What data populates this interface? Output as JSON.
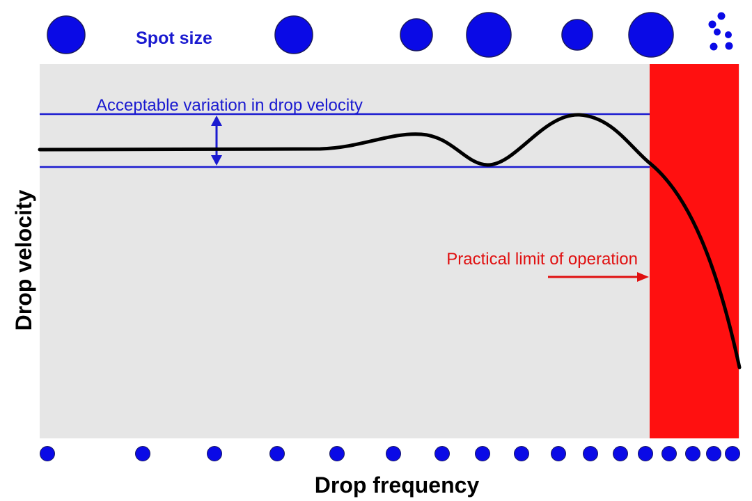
{
  "labels": {
    "spot_size": "Spot size",
    "acceptable_variation": "Acceptable variation in drop velocity",
    "practical_limit": "Practical limit of operation",
    "y_axis": "Drop velocity",
    "x_axis": "Drop frequency"
  },
  "spot_size_indicators": {
    "shapes": [
      "circle",
      "circle",
      "circle",
      "circle",
      "circle",
      "circle",
      "satellite-cluster"
    ],
    "relative_size": [
      1.0,
      1.0,
      0.85,
      1.2,
      0.8,
      1.2,
      null
    ],
    "color": "#0a0ae6"
  },
  "frequency_markers": {
    "count": 17,
    "color": "#0a0ae6"
  },
  "colors": {
    "plot_background": "#e6e6e6",
    "band_lines": "#1a1ad0",
    "curve": "#000000",
    "limit_zone": "#ff1010",
    "limit_text": "#e01010",
    "label_blue": "#1a1ad0"
  }
}
